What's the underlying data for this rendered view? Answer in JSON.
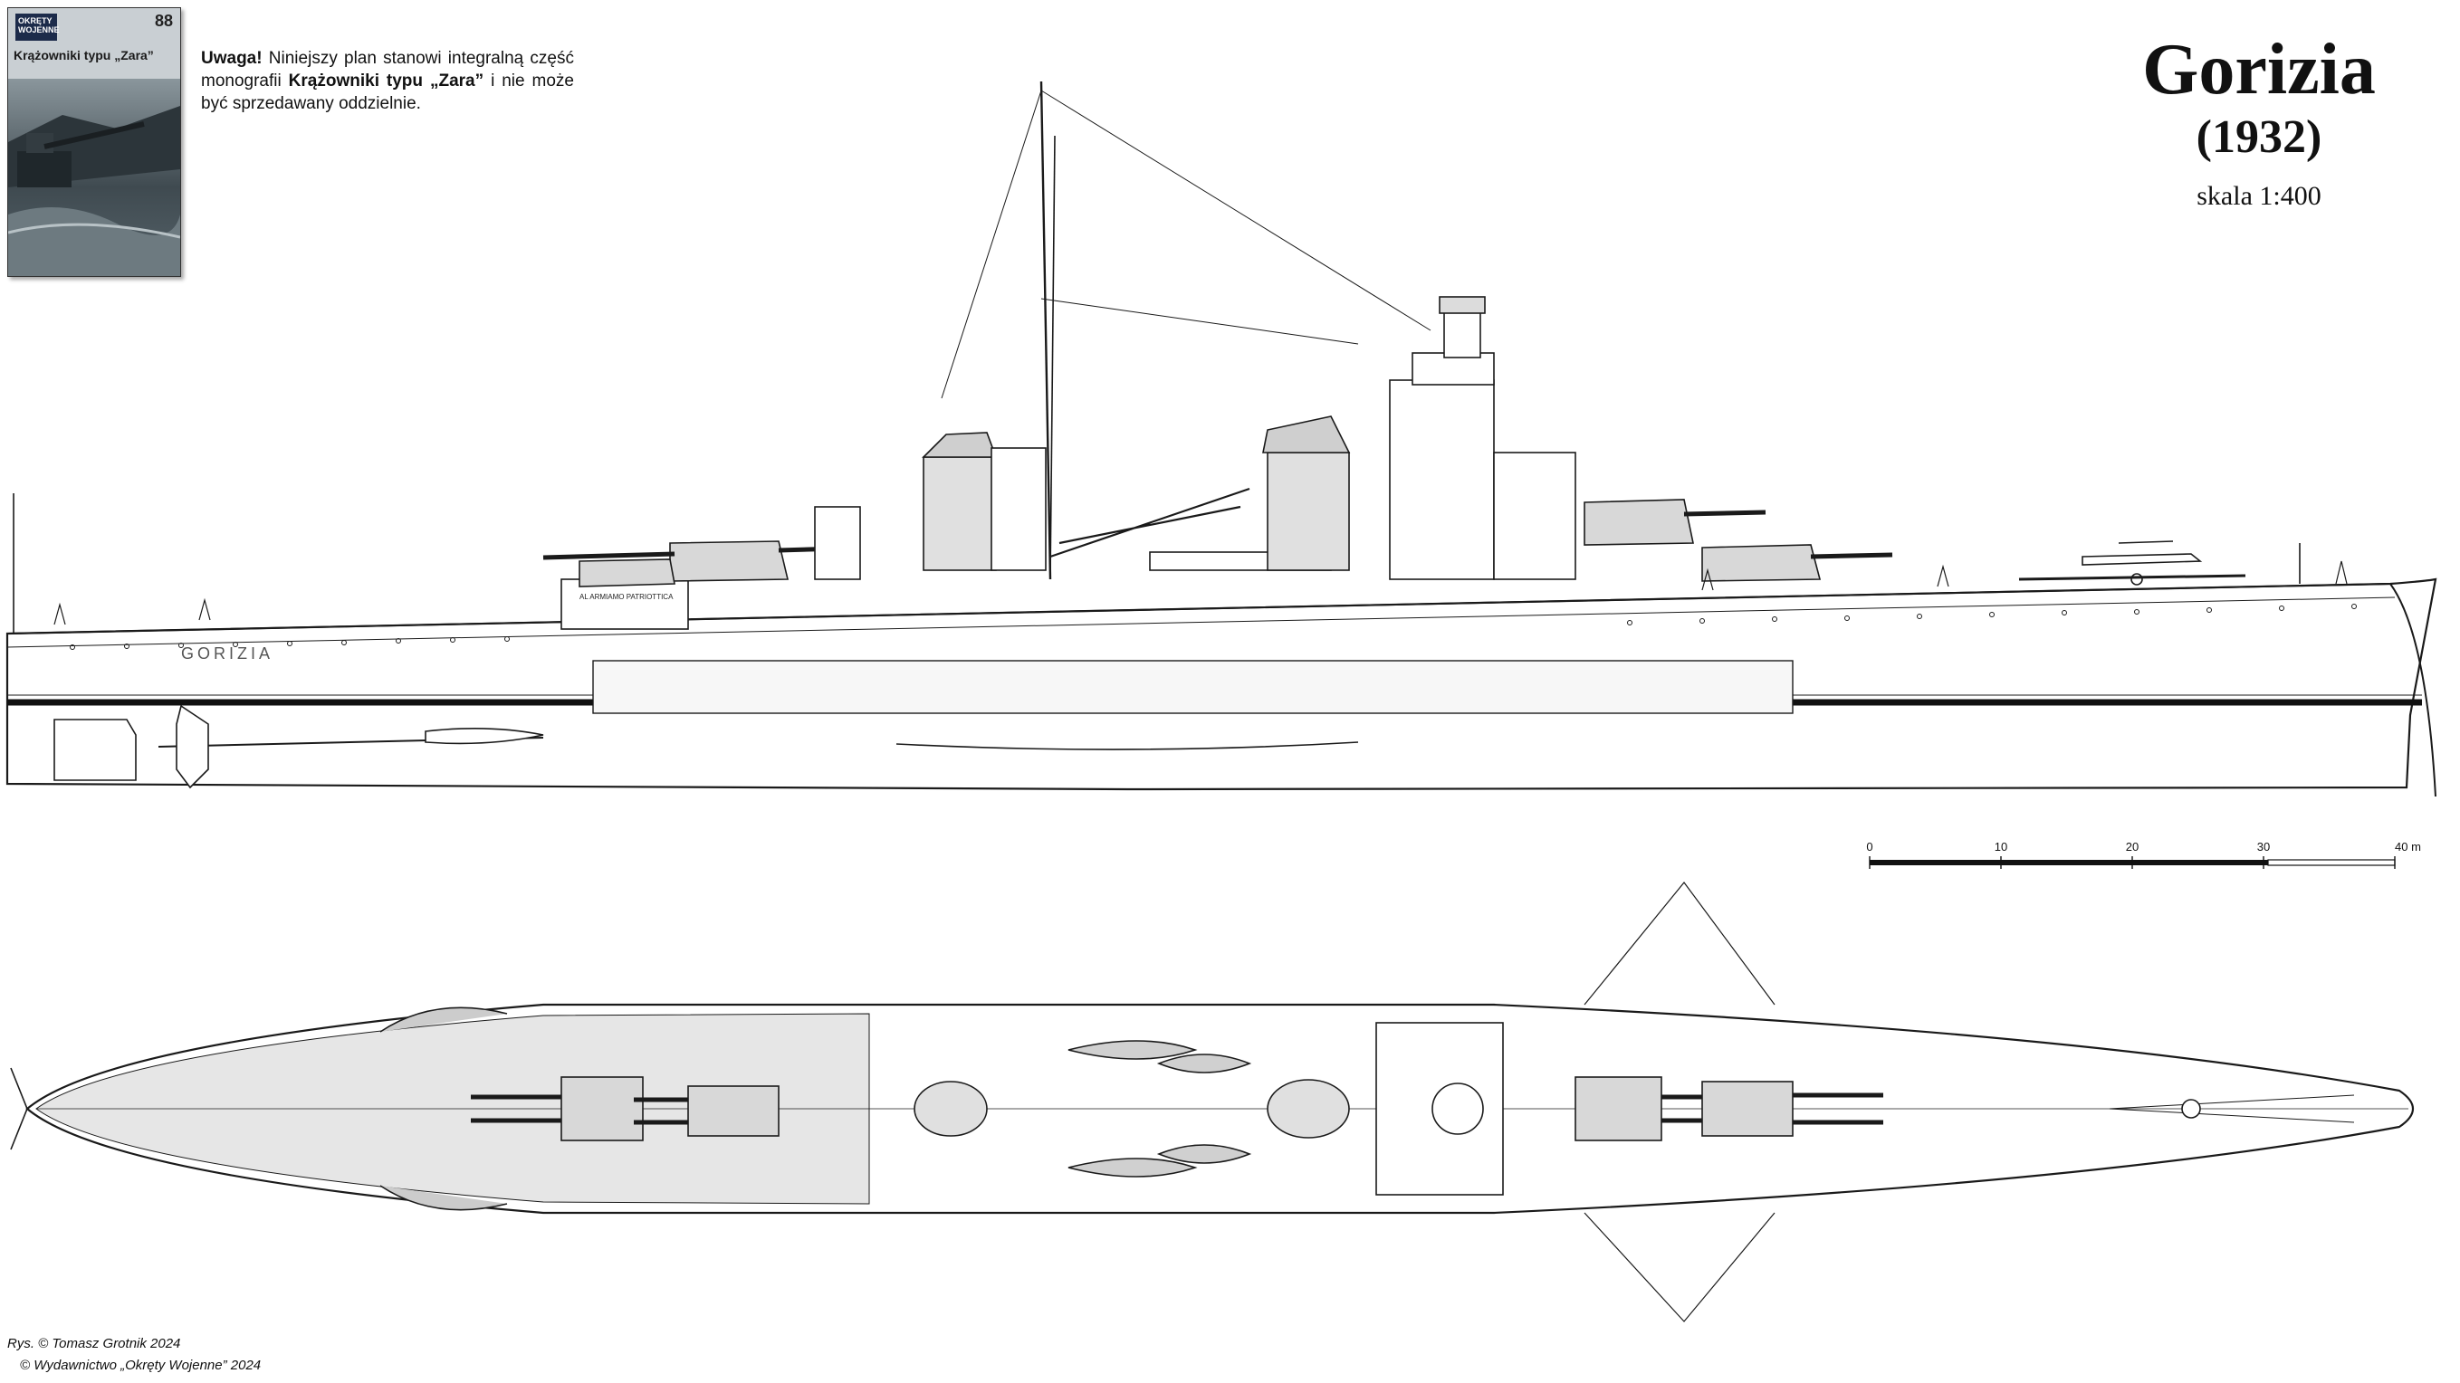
{
  "cover": {
    "badge": "OKRĘTY WOJENNE",
    "issue_number": "88",
    "title": "Krążowniki typu „Zara”"
  },
  "notice": {
    "label": "Uwaga!",
    "text_1": "Niniejszy plan stanowi integralną część monografii",
    "monograph": "Krążowniki typu „Zara”",
    "text_2": "i nie może być sprzedawany oddzielnie."
  },
  "header": {
    "title": "Gorizia",
    "year": "(1932)",
    "scale": "skala 1:400"
  },
  "ship": {
    "hull_name": "GORIZIA",
    "stern_lettering": "AL ARMIAMO PATRIOTTICA"
  },
  "scale_bar": {
    "ticks": [
      "0",
      "10",
      "20",
      "30",
      "40 m"
    ],
    "max_value": 40
  },
  "credits": {
    "drawing": "Rys. © Tomasz Grotnik 2024",
    "publisher": "© Wydawnictwo „Okręty Wojenne” 2024"
  },
  "colors": {
    "line": "#1a1a1a",
    "boot_topping": "#111111",
    "hull_fill": "#ffffff",
    "deck_fill": "#e6e6e6",
    "turret_fill": "#d8d8d8",
    "armor_belt": "#f2f2f2"
  }
}
